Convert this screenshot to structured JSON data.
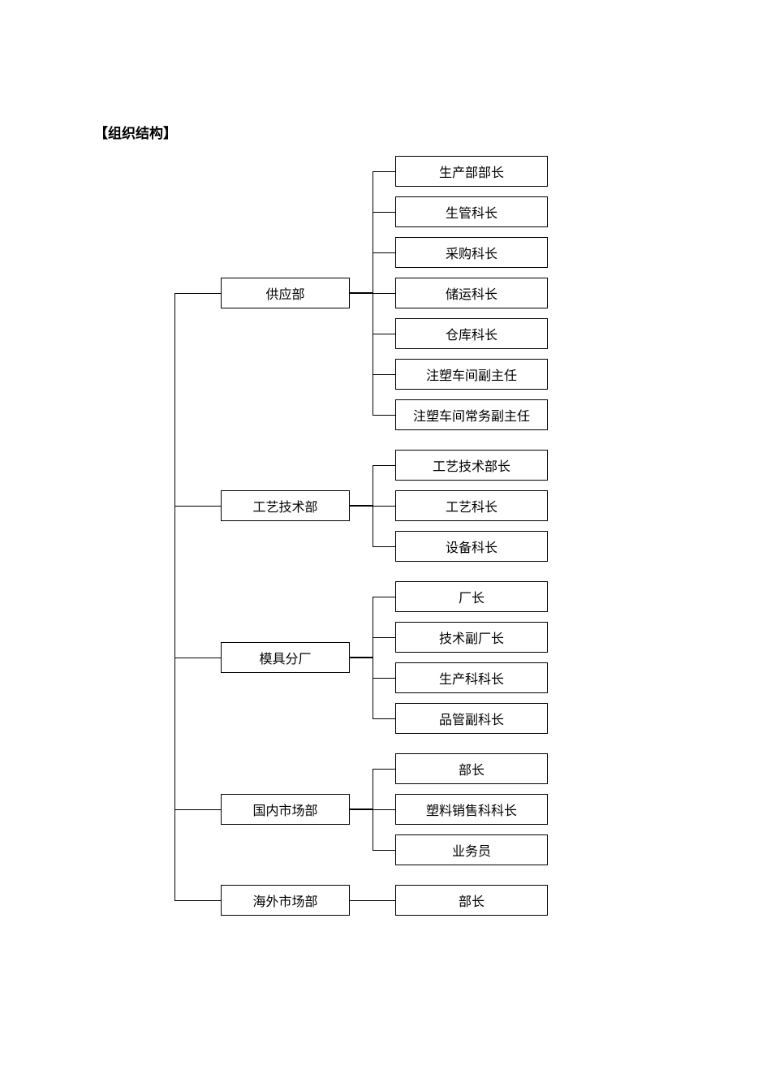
{
  "section_title": "【组织结构】",
  "departments": [
    {
      "name": "供应部",
      "roles": [
        "生产部部长",
        "生管科长",
        "采购科长",
        "储运科长",
        "仓库科长",
        "注塑车间副主任",
        "注塑车间常务副主任"
      ]
    },
    {
      "name": "工艺技术部",
      "roles": [
        "工艺技术部长",
        "工艺科长",
        "设备科长"
      ]
    },
    {
      "name": "模具分厂",
      "roles": [
        "厂长",
        "技术副厂长",
        "生产科科长",
        "品管副科长"
      ]
    },
    {
      "name": "国内市场部",
      "roles": [
        "部长",
        "塑料销售科科长",
        "业务员"
      ]
    },
    {
      "name": "海外市场部",
      "roles": [
        "部长"
      ]
    }
  ]
}
